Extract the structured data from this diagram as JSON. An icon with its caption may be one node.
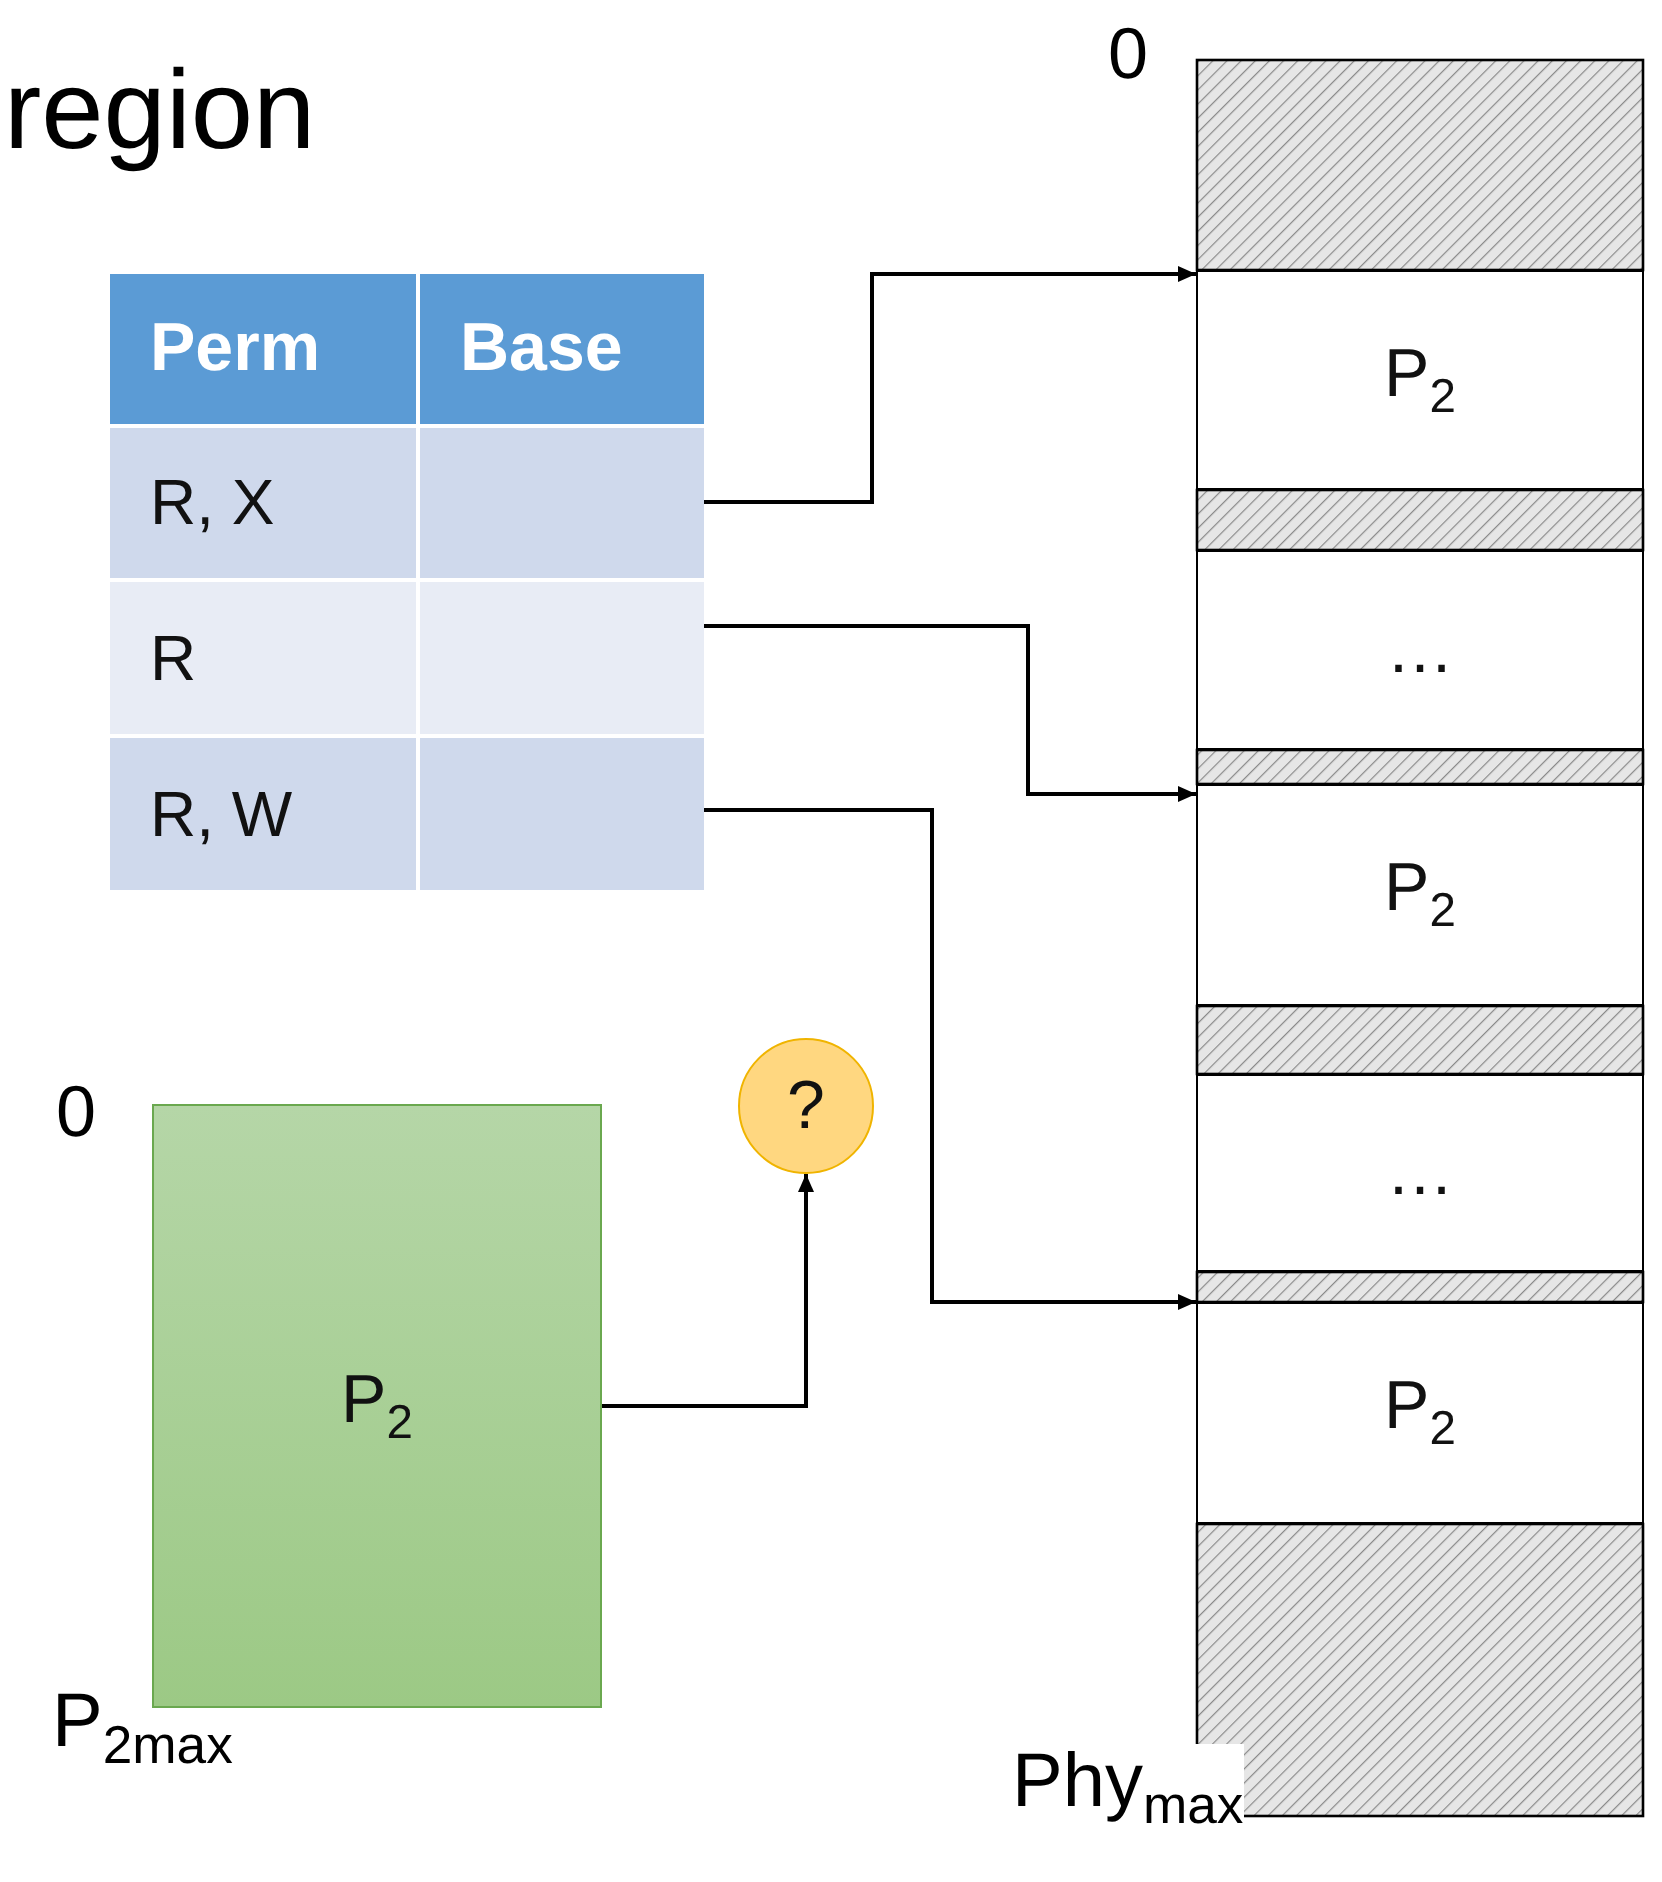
{
  "diagram": {
    "title": "region",
    "nodes": [
      {
        "text": [
          "R, X"
        ]
      },
      {
        "text": [
          "R"
        ]
      },
      {
        "text": [
          "R, W"
        ]
      },
      {
        "text": [
          "P$_{2}$"
        ]
      },
      {
        "text": [
          "…"
        ]
      },
      {
        "text": [
          "P$_{2}$"
        ]
      },
      {
        "text": [
          "…"
        ]
      },
      {
        "text": [
          "P$_{2}$"
        ]
      },
      {
        "text": [
          "P$_{2}$"
        ],
        "beside": [
          "0",
          "P$_{2max}$"
        ]
      },
      {
        "text": [
          "?"
        ]
      },
      {
        "text": [],
        "shape": "box"
      },
      {
        "text": [],
        "shape": "box"
      },
      {
        "text": [],
        "shape": "box"
      },
      {
        "text": [],
        "shape": "box"
      },
      {
        "text": [],
        "shape": "box"
      },
      {
        "text": [],
        "shape": "box"
      }
    ],
    "edges": [
      {
        "from": 0,
        "to": 3,
        "arrow": "to"
      },
      {
        "from": 1,
        "to": 5,
        "arrow": "to"
      },
      {
        "from": 2,
        "to": 7,
        "arrow": "to"
      },
      {
        "from": 8,
        "to": 9,
        "arrow": "to"
      }
    ],
    "labels": [
      "0",
      "Perm",
      "Base",
      "Phy$_{max}$"
    ]
  }
}
